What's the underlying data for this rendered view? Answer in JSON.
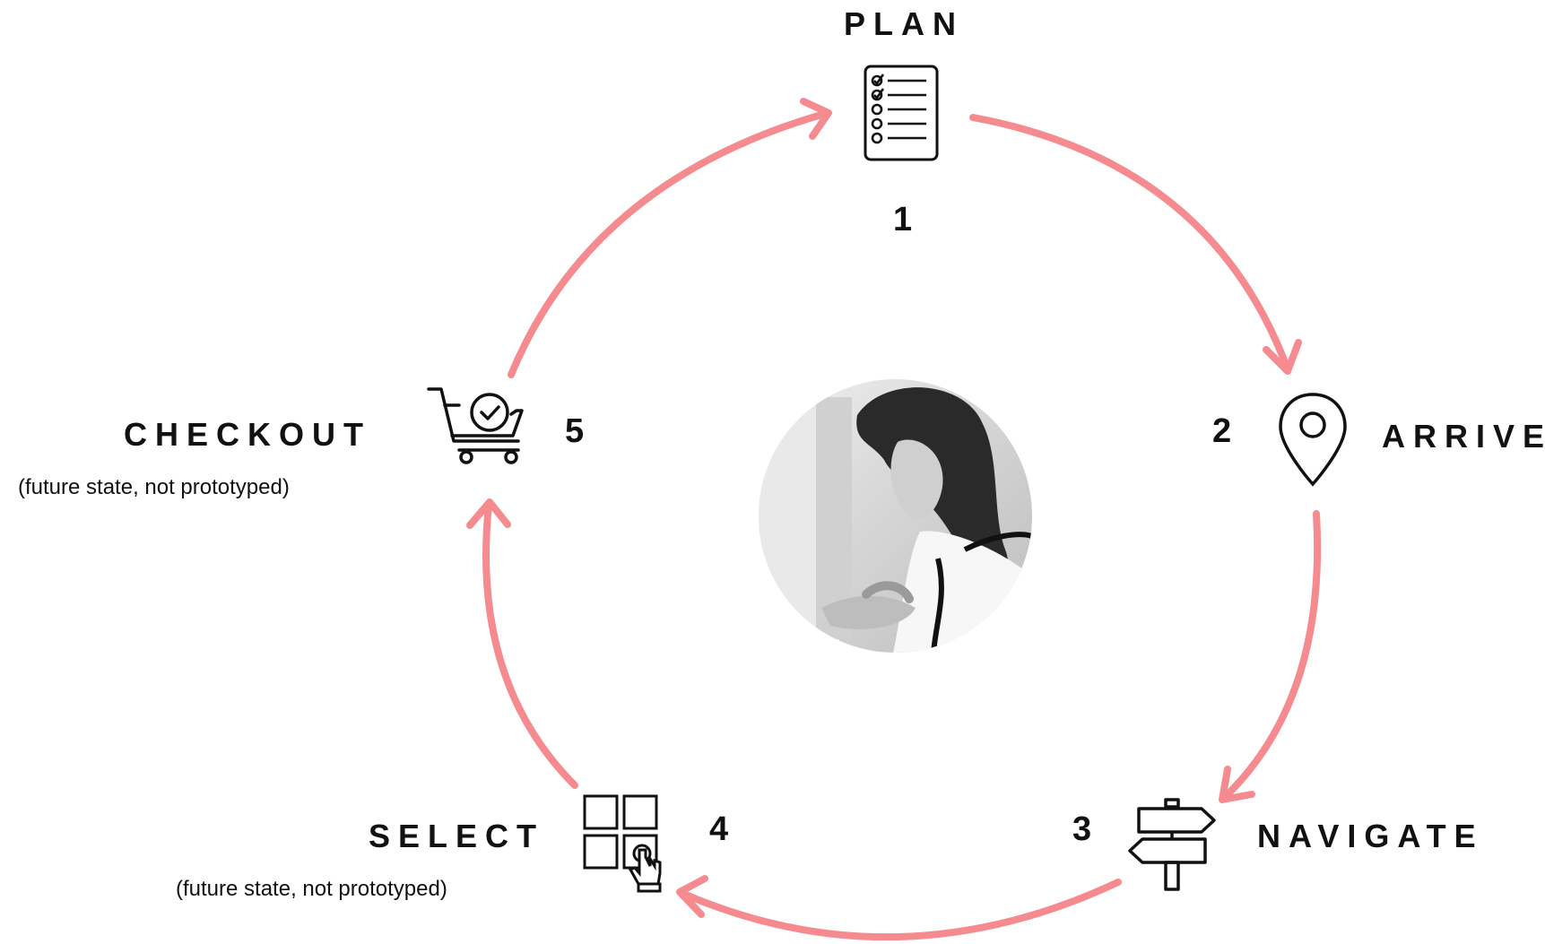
{
  "accent_color": "#f58a8f",
  "stages": {
    "plan": {
      "number": "1",
      "title": "PLAN",
      "icon": "checklist-icon"
    },
    "arrive": {
      "number": "2",
      "title": "ARRIVE",
      "icon": "location-pin-icon"
    },
    "navigate": {
      "number": "3",
      "title": "NAVIGATE",
      "icon": "signpost-icon"
    },
    "select": {
      "number": "4",
      "title": "SELECT",
      "icon": "grid-touch-icon",
      "note": "(future state, not prototyped)"
    },
    "checkout": {
      "number": "5",
      "title": "CHECKOUT",
      "icon": "cart-check-icon",
      "note": "(future state, not prototyped)"
    }
  },
  "center_image": {
    "icon": "person-with-tablet-photo"
  }
}
